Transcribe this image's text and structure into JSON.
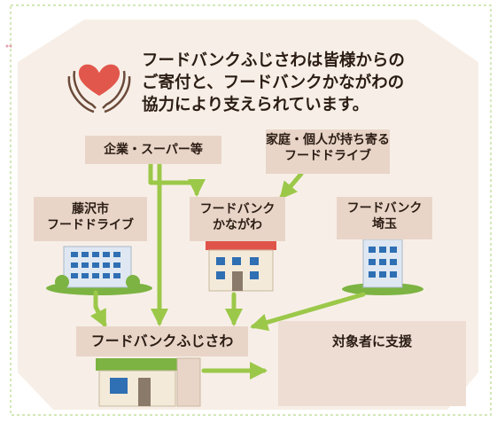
{
  "header": {
    "lines": [
      "フードバンクふじさわは皆様からの",
      "ご寄付と、フードバンクかながわの",
      "協力により支えられています。"
    ]
  },
  "boxes": {
    "companies": "企業・スーパー等",
    "home_drive": [
      "家庭・個人が持ち寄る",
      "フードドライブ"
    ],
    "fujisawa_city_drive": [
      "藤沢市",
      "フードドライブ"
    ],
    "fb_kanagawa": [
      "フードバンク",
      "かながわ"
    ],
    "fb_saitama": [
      "フードバンク",
      "埼玉"
    ],
    "fb_fujisawa": "フードバンクふじさわ",
    "support": "対象者に支援"
  },
  "colors": {
    "background_panel": "#f7efe7",
    "label_box": "#e9d5c8",
    "arrow_green": "#9cc84a",
    "dotted_border": "#b8d98a",
    "heart": "#e2574c"
  }
}
